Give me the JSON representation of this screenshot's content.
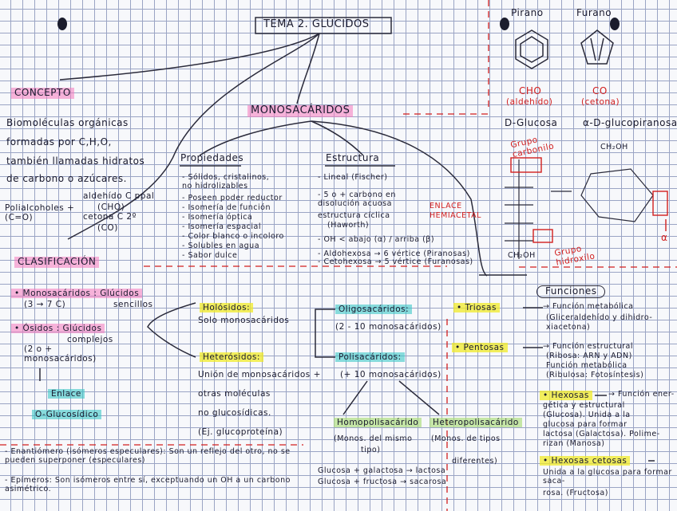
{
  "title": "TEMA 2. GLÚCIDOS",
  "top_right": {
    "pirano": "Pirano",
    "furano": "Furano",
    "cho": "CHO",
    "aldehido": "(aldehído)",
    "co": "CO",
    "cetona": "(cetona)"
  },
  "concepto": {
    "heading": "CONCEPTO",
    "lines": [
      "Biomoléculas orgánicas",
      "formadas por C,H,O,",
      "también llamadas hidratos",
      "de carbono o azúcares."
    ],
    "polialcoholes": "Polialcoholes + (C=O)",
    "aldehido": "aldehído C ppal",
    "cho": "(CHO)",
    "cetona": "cetona C 2º",
    "co": "(CO)"
  },
  "monosacaridos": {
    "heading": "MONOSACÁRIDOS",
    "propiedades": {
      "heading": "Propiedades",
      "items": [
        "- Sólidos, cristalinos, no hidrolizables",
        "- Poseen poder reductor",
        "- Isomería de función",
        "- Isomería óptica",
        "- Isomería espacial",
        "- Color blanco o incoloro",
        "- Solubles en agua",
        "- Sabor dulce"
      ]
    },
    "estructura": {
      "heading": "Estructura",
      "items": [
        "- Lineal (Fischer)",
        "- 5 o + carbono en disolución acuosa",
        "estructura cíclica",
        "(Haworth)",
        "- OH < abajo (α) / arriba (β)",
        "- Aldohexosa → 6 vértice (Piranosas)",
        "- Cetohexosa → 5 vértice (Furanosas)"
      ],
      "enlace": "ENLACE",
      "hemiacetal": "HEMIACETAL"
    }
  },
  "glucosa": {
    "dglucosa": "D-Glucosa",
    "alpha": "α-D-glucopiranosa",
    "carbonilo": "Grupo carbonilo",
    "hidroxilo": "Grupo hidroxilo",
    "ch2oh": "CH₂OH",
    "alpha_mark": "α"
  },
  "clasificacion": {
    "heading": "CLASIFICACIÓN",
    "monosac": "• Monosacáridos : Glúcidos",
    "monosac_range": "(3 → 7 C)",
    "sencillos": "sencillos",
    "osidos": "• Ósidos : Glúcidos",
    "complejos": "complejos",
    "osidos_sub": "(2 o + monosacáridos)",
    "enlace": "Enlace",
    "oglucosidico": "O-Glucosídico",
    "holosidos": "Holósidos:",
    "holosidos_desc": "Solo monosacáridos",
    "heterosidos": "Heterósidos:",
    "heterosidos_desc": [
      "Unión de monosacáridos +",
      "otras moléculas",
      "no glucosídicas.",
      "(Ej. glucoproteína)"
    ],
    "oligo": "Oligosacáridos:",
    "oligo_range": "(2 - 10 monosacáridos)",
    "poli": "Polisacáridos:",
    "poli_range": "(+ 10 monosacáridos)",
    "homo": "Homopolisacárido",
    "homo_desc": [
      "(Monos. del mismo",
      "tipo)"
    ],
    "hetero": "Heteropolisacárido",
    "hetero_desc": [
      "(Monos. de tipos",
      "diferentes)"
    ],
    "lactosa": "Glucosa + galactosa → lactosa",
    "sacarosa": "Glucosa + fructosa → sacarosa"
  },
  "funciones": {
    "heading": "Funciones",
    "triosas": "• Triosas",
    "triosas_desc": [
      "→ Función metabólica",
      "(Gliceraldehído y dihidro-",
      "xiacetona)"
    ],
    "pentosas": "• Pentosas",
    "pentosas_desc": [
      "→ Función estructural",
      "(Ribosa: ARN y ADN)",
      "Función metabólica",
      "(Ribulosa: Fotosíntesis)"
    ],
    "hexosas": "• Hexosas",
    "hexosas_desc": [
      "→ Función ener-",
      "gética y estructural",
      "(Glucosa). Unida a la",
      "glucosa para formar",
      "lactosa (Galactosa). Polime-",
      "rizan (Manosa)"
    ],
    "hexcet": "• Hexosas cetosas",
    "hexcet_desc": [
      "Unida a la glucosa para formar saca-",
      "rosa. (Fructosa)"
    ]
  },
  "isomeros": {
    "enantiomero": "- Enantiómero (isómeros especulares): Son un reflejo del otro, no se pueden superponer (especulares)",
    "epimeros": "- Epímeros: Son isómeros entre sí, exceptuando un OH a un carbono asimétrico."
  }
}
